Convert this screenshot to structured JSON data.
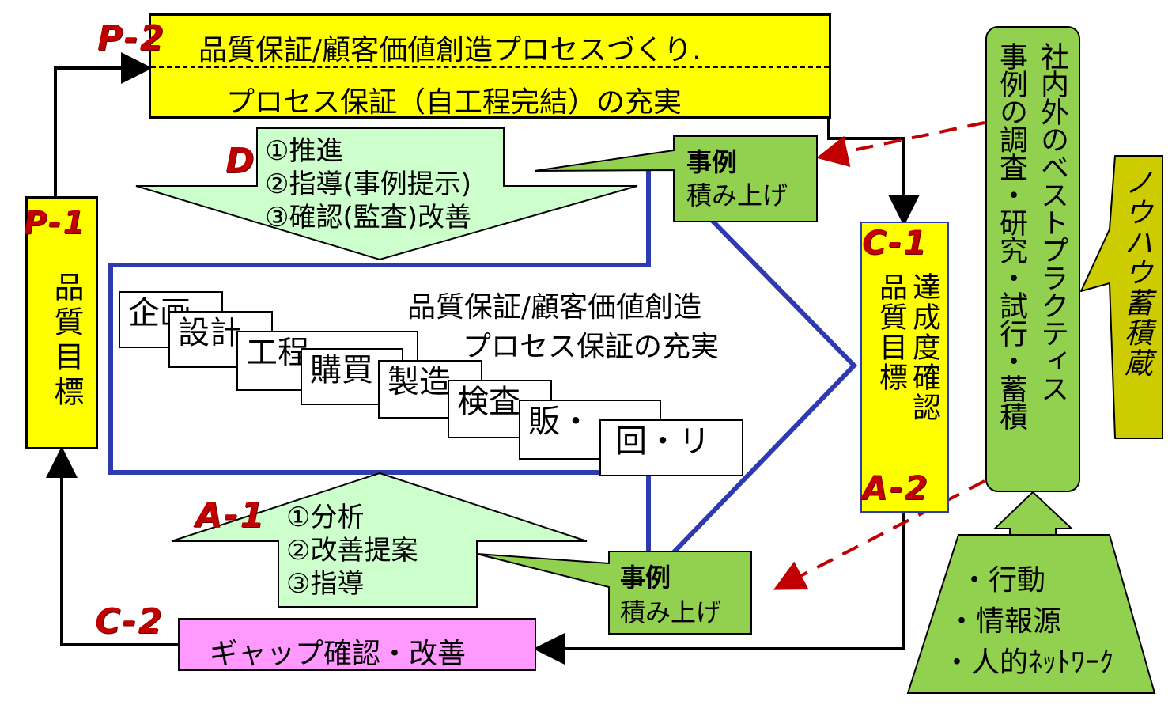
{
  "tags": {
    "p2": "P-2",
    "p1": "P-1",
    "d": "D",
    "c1": "C-1",
    "a2": "A-2",
    "a1": "A-1",
    "c2": "C-2"
  },
  "top_box": {
    "line1": "品質保証/顧客価値創造プロセスづくり.",
    "line2": "プロセス保証（自工程完結）の充実"
  },
  "left_box": {
    "text": "品質目標"
  },
  "down_arrow": {
    "items": [
      "①推進",
      "②指導(事例提示)",
      "③確認(監査)改善"
    ]
  },
  "up_arrow": {
    "items": [
      "①分析",
      "②改善提案",
      "③指導"
    ]
  },
  "callout_top": {
    "line1": "事例",
    "line2": "積み上げ"
  },
  "callout_bottom": {
    "line1": "事例",
    "line2": "積み上げ"
  },
  "center": {
    "title1": "品質保証/顧客価値創造",
    "title2": "プロセス保証の充実",
    "cards": [
      "企画",
      "設計",
      "工程",
      "購買",
      "製造",
      "検査",
      "販・",
      "回・リ"
    ]
  },
  "c1_box": {
    "col_right": "達成度確認",
    "col_left": "品質目標"
  },
  "best_practice": {
    "line1": "社内外のベストプラクティス",
    "line2": "事例の調査・研究・試行・蓄積"
  },
  "knowhow": {
    "text": "ノウハウ蓄積蔵"
  },
  "bottom_box": {
    "text": "ギャップ確認・改善"
  },
  "trapezoid": {
    "items": [
      "・行動",
      "・情報源",
      "・人的ﾈｯﾄﾜｰｸ"
    ]
  },
  "colors": {
    "yellow": "#ffff00",
    "light_green": "#ccffcc",
    "green": "#92d050",
    "pink": "#ff99ff",
    "olive": "#cccc00",
    "blue": "#2e3bb0",
    "red_tag": "#c00000",
    "dash_red": "#c00000"
  }
}
